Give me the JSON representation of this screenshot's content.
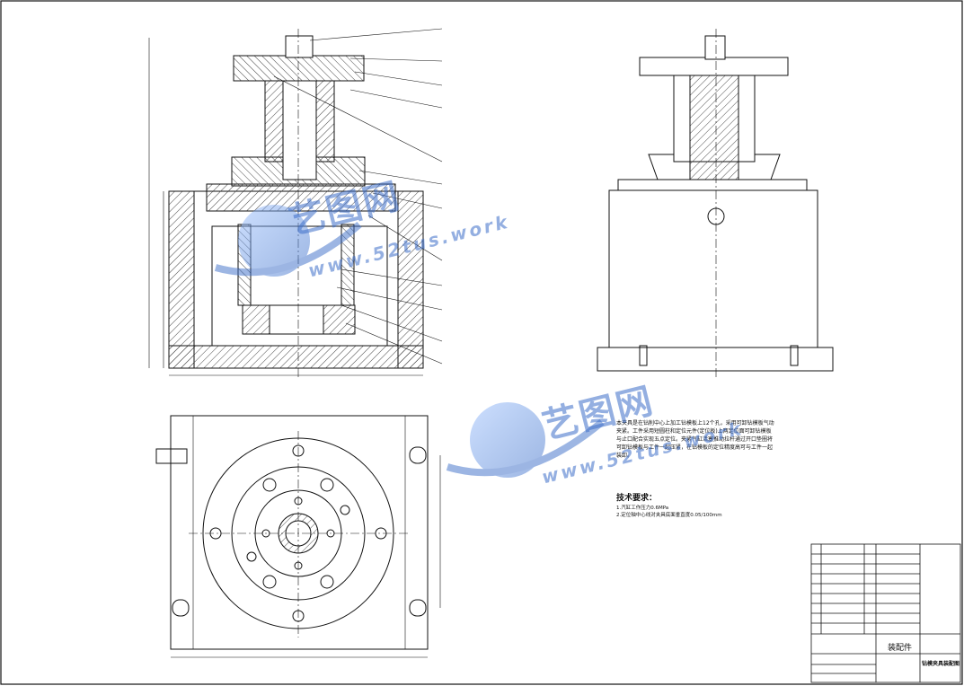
{
  "notes": {
    "description": "本夹具是在钻削中心上加工钻模板上12个孔，采用可卸钻模板气动夹紧。工件采用短圆柱和定位元件(定位板)上两定位面可卸钻模板与止口配合实现五点定位。夹紧气缸活塞推动拉杆通过开口垫圈将可卸钻模板与工件一起压紧，在钻模板的定位精度高可与工件一起装卸。",
    "tech_title": "技术要求：",
    "tech_items": [
      "1.汽缸工作压力0.6MPa",
      "2.定位轴中心线对夹具底面垂直度0.05/100mm"
    ]
  },
  "title_block": {
    "assembly_label": "装配件",
    "drawing_name": "钻模夹具装配图"
  },
  "watermarks": [
    {
      "brand": "艺图网",
      "url": "www.52tus.work"
    },
    {
      "brand": "艺图网",
      "url": "www.52tus.work"
    }
  ],
  "colors": {
    "line": "#111111",
    "hatch": "#333333",
    "watermark": "#3c6ec8"
  }
}
